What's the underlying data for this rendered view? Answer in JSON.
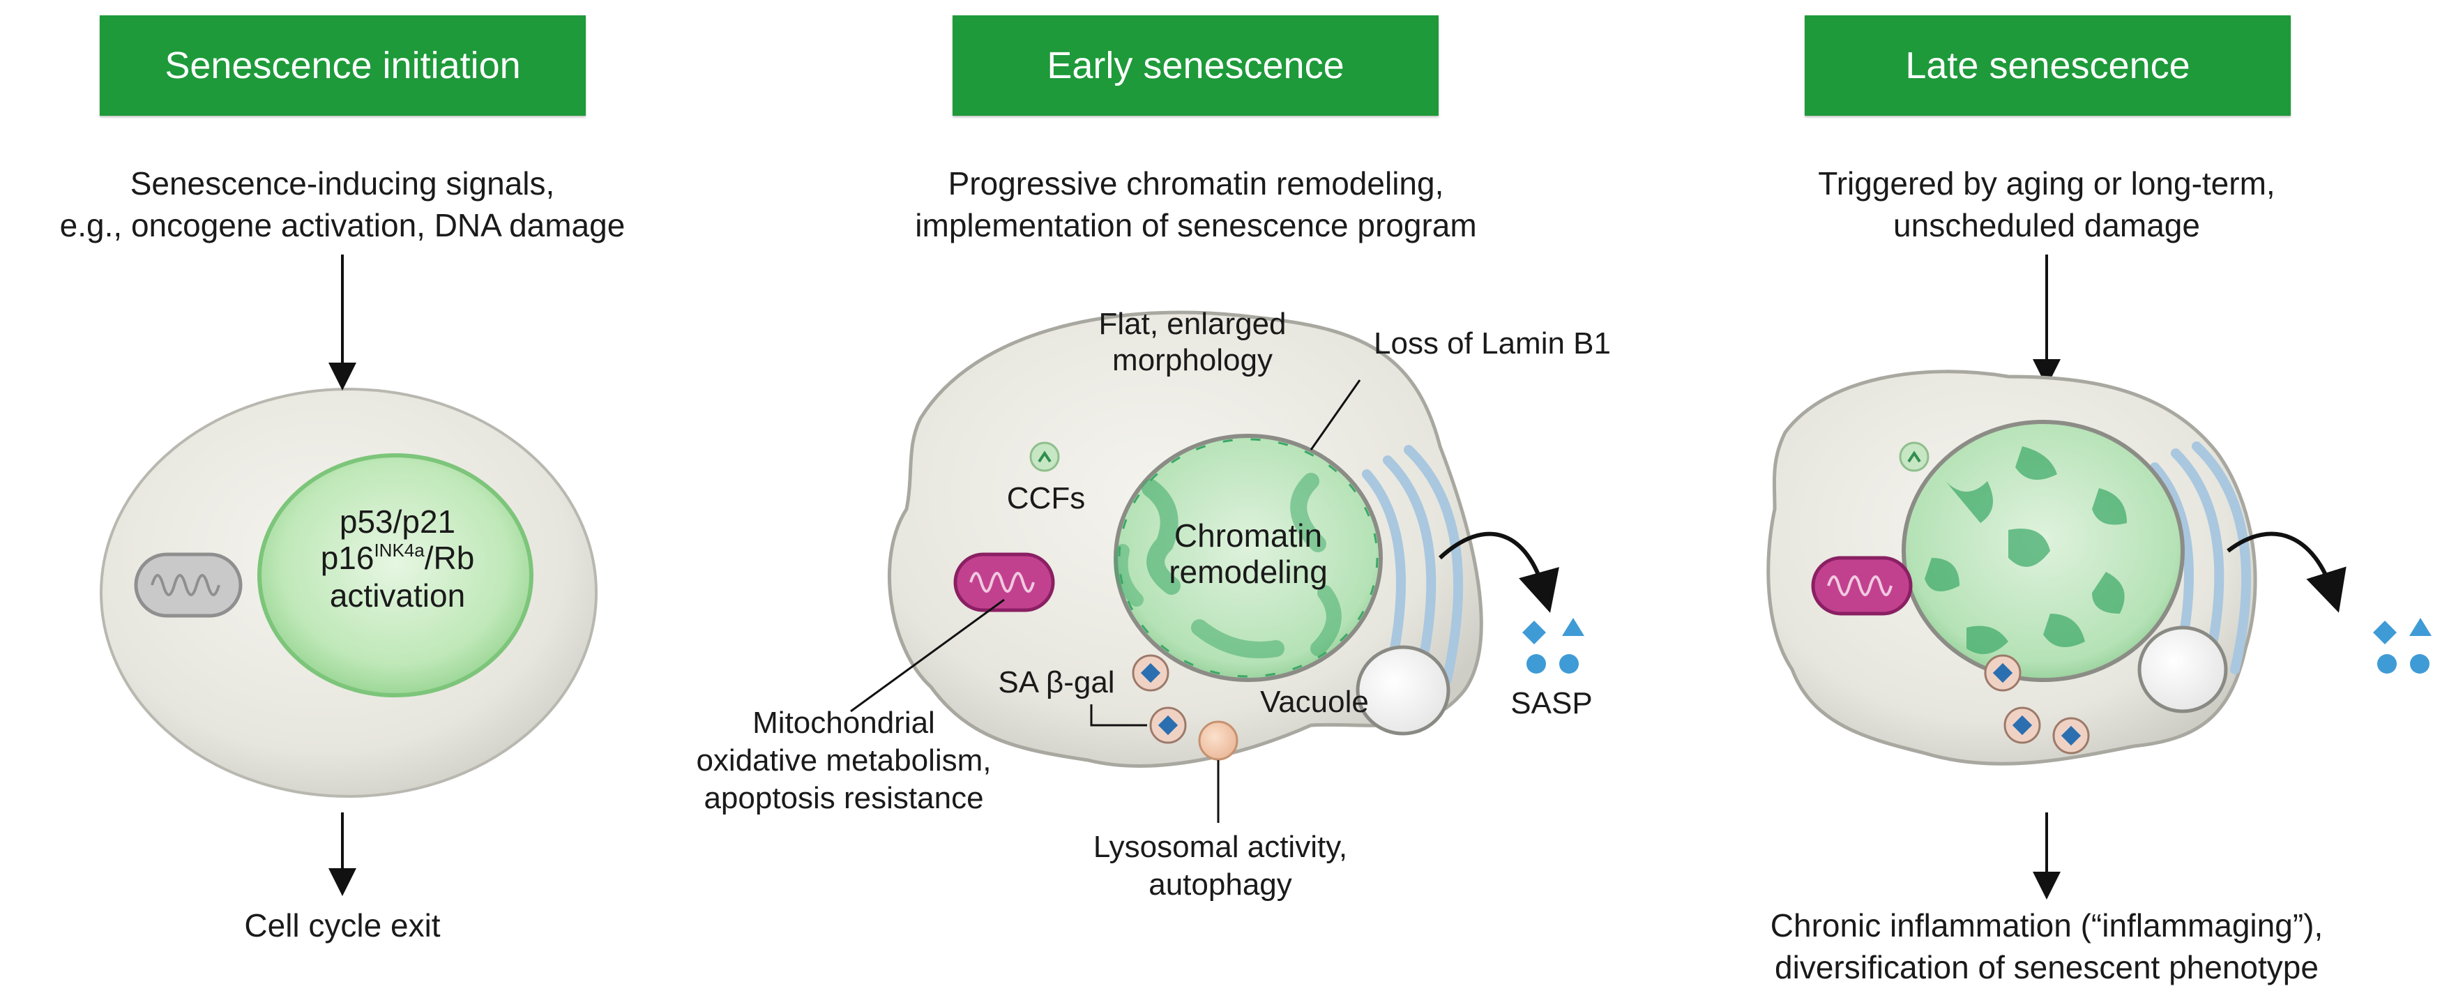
{
  "stages": [
    {
      "header": "Senescence initiation",
      "description_line1": "Senescence-inducing signals,",
      "description_line2": "e.g., oncogene activation, DNA damage",
      "nucleus_line1": "p53/p21",
      "nucleus_line2_pre": "p16",
      "nucleus_line2_sup": "INK4a",
      "nucleus_line2_post": "/Rb",
      "nucleus_line3": "activation",
      "outcome": "Cell cycle exit"
    },
    {
      "header": "Early senescence",
      "description_line1": "Progressive chromatin remodeling,",
      "description_line2": "implementation of senescence program",
      "labels": {
        "morphology_line1": "Flat, enlarged",
        "morphology_line2": "morphology",
        "lamin": "Loss of Lamin B1",
        "ccfs": "CCFs",
        "chromatin_line1": "Chromatin",
        "chromatin_line2": "remodeling",
        "sa_bgal": "SA β-gal",
        "vacuole": "Vacuole",
        "sasp": "SASP",
        "mito_line1": "Mitochondrial",
        "mito_line2": "oxidative metabolism,",
        "mito_line3": "apoptosis resistance",
        "lyso_line1": "Lysosomal activity,",
        "lyso_line2": "autophagy"
      }
    },
    {
      "header": "Late senescence",
      "description_line1": "Triggered by aging or long-term,",
      "description_line2": "unscheduled damage",
      "outcome_line1": "Chronic inflammation (“inflammaging”),",
      "outcome_line2": "diversification of senescent phenotype"
    }
  ],
  "colors": {
    "header_green": "#1e9a3a",
    "cytoplasm": "#ecebe4",
    "nucleus_green": "#9fdc9a",
    "chromatin_green": "#3aa866",
    "mitochondria": "#b0337e",
    "er_blue": "#a9c7df",
    "sasp_blue": "#3f9bd6"
  }
}
